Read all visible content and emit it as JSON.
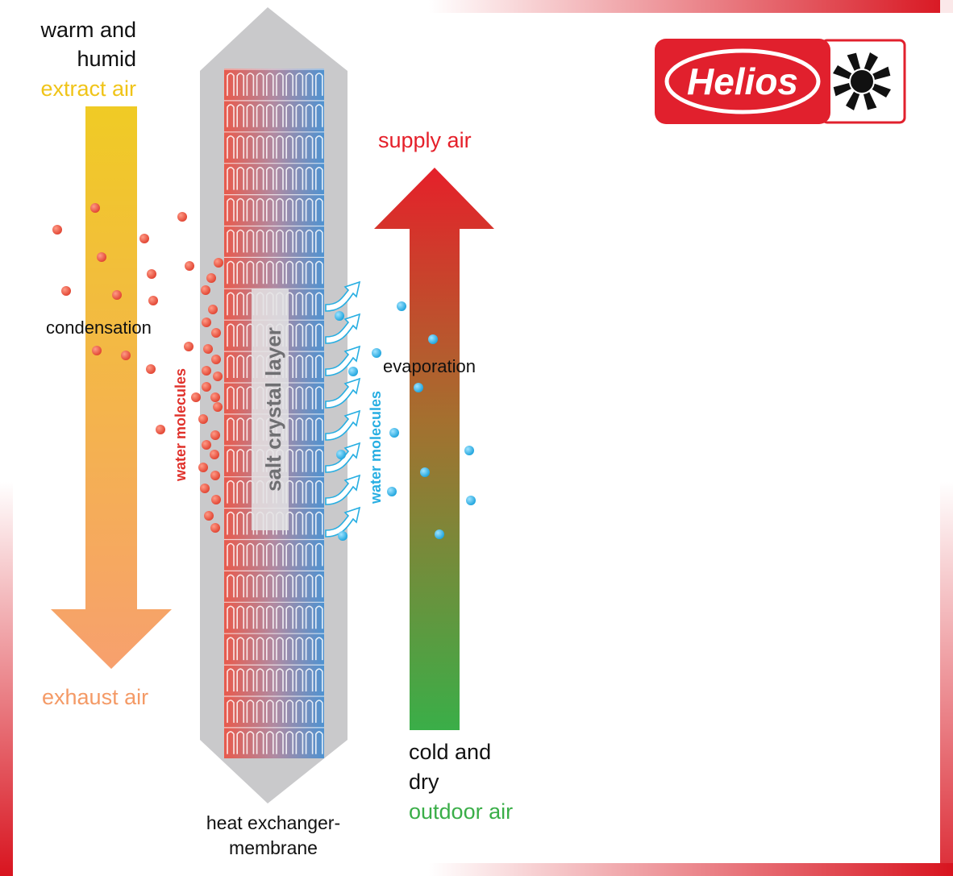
{
  "logo": {
    "brand": "Helios"
  },
  "labels": {
    "extract_line1": "warm and",
    "extract_line2": "humid",
    "extract_air": "extract air",
    "exhaust_air": "exhaust air",
    "supply_air": "supply air",
    "outdoor_line1": "cold and",
    "outdoor_line2": "dry",
    "outdoor_air": "outdoor air",
    "condensation": "condensation",
    "evaporation": "evaporation",
    "salt_layer": "salt crystal layer",
    "water_molecules_left": "water molecules",
    "water_molecules_right": "water molecules",
    "membrane_line1": "heat exchanger-",
    "membrane_line2": "membrane"
  },
  "colors": {
    "extract": "#f0cb25",
    "exhaust": "#f7a06e",
    "supply": "#e5202a",
    "outdoor": "#3aae48",
    "condensation_drops": "#e8473a",
    "evaporation_drops": "#27aee2",
    "membrane_gray": "#c9c9cb",
    "logo_red": "#e1202d"
  }
}
